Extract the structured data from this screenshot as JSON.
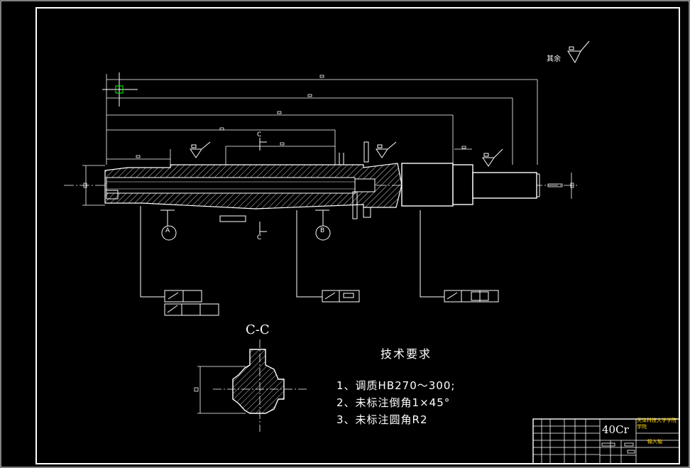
{
  "roughness": {
    "rest_label": "其余"
  },
  "section": {
    "cut_label_top": "C",
    "cut_label_bottom": "C",
    "title": "C-C"
  },
  "datums": {
    "a": "A",
    "b": "B"
  },
  "requirements": {
    "title": "技术要求",
    "items": [
      "1、调质HB270～300;",
      "2、未标注倒角1×45°",
      "3、未标注圆角R2"
    ]
  },
  "title_block": {
    "material": "40Cr",
    "school": "天津科技大学学院学院",
    "part_name": "输入轴"
  },
  "colors": {
    "background": "#000000",
    "lines": "#ffffff",
    "accent_text": "#ffd400",
    "cursor": "#00ff00"
  }
}
